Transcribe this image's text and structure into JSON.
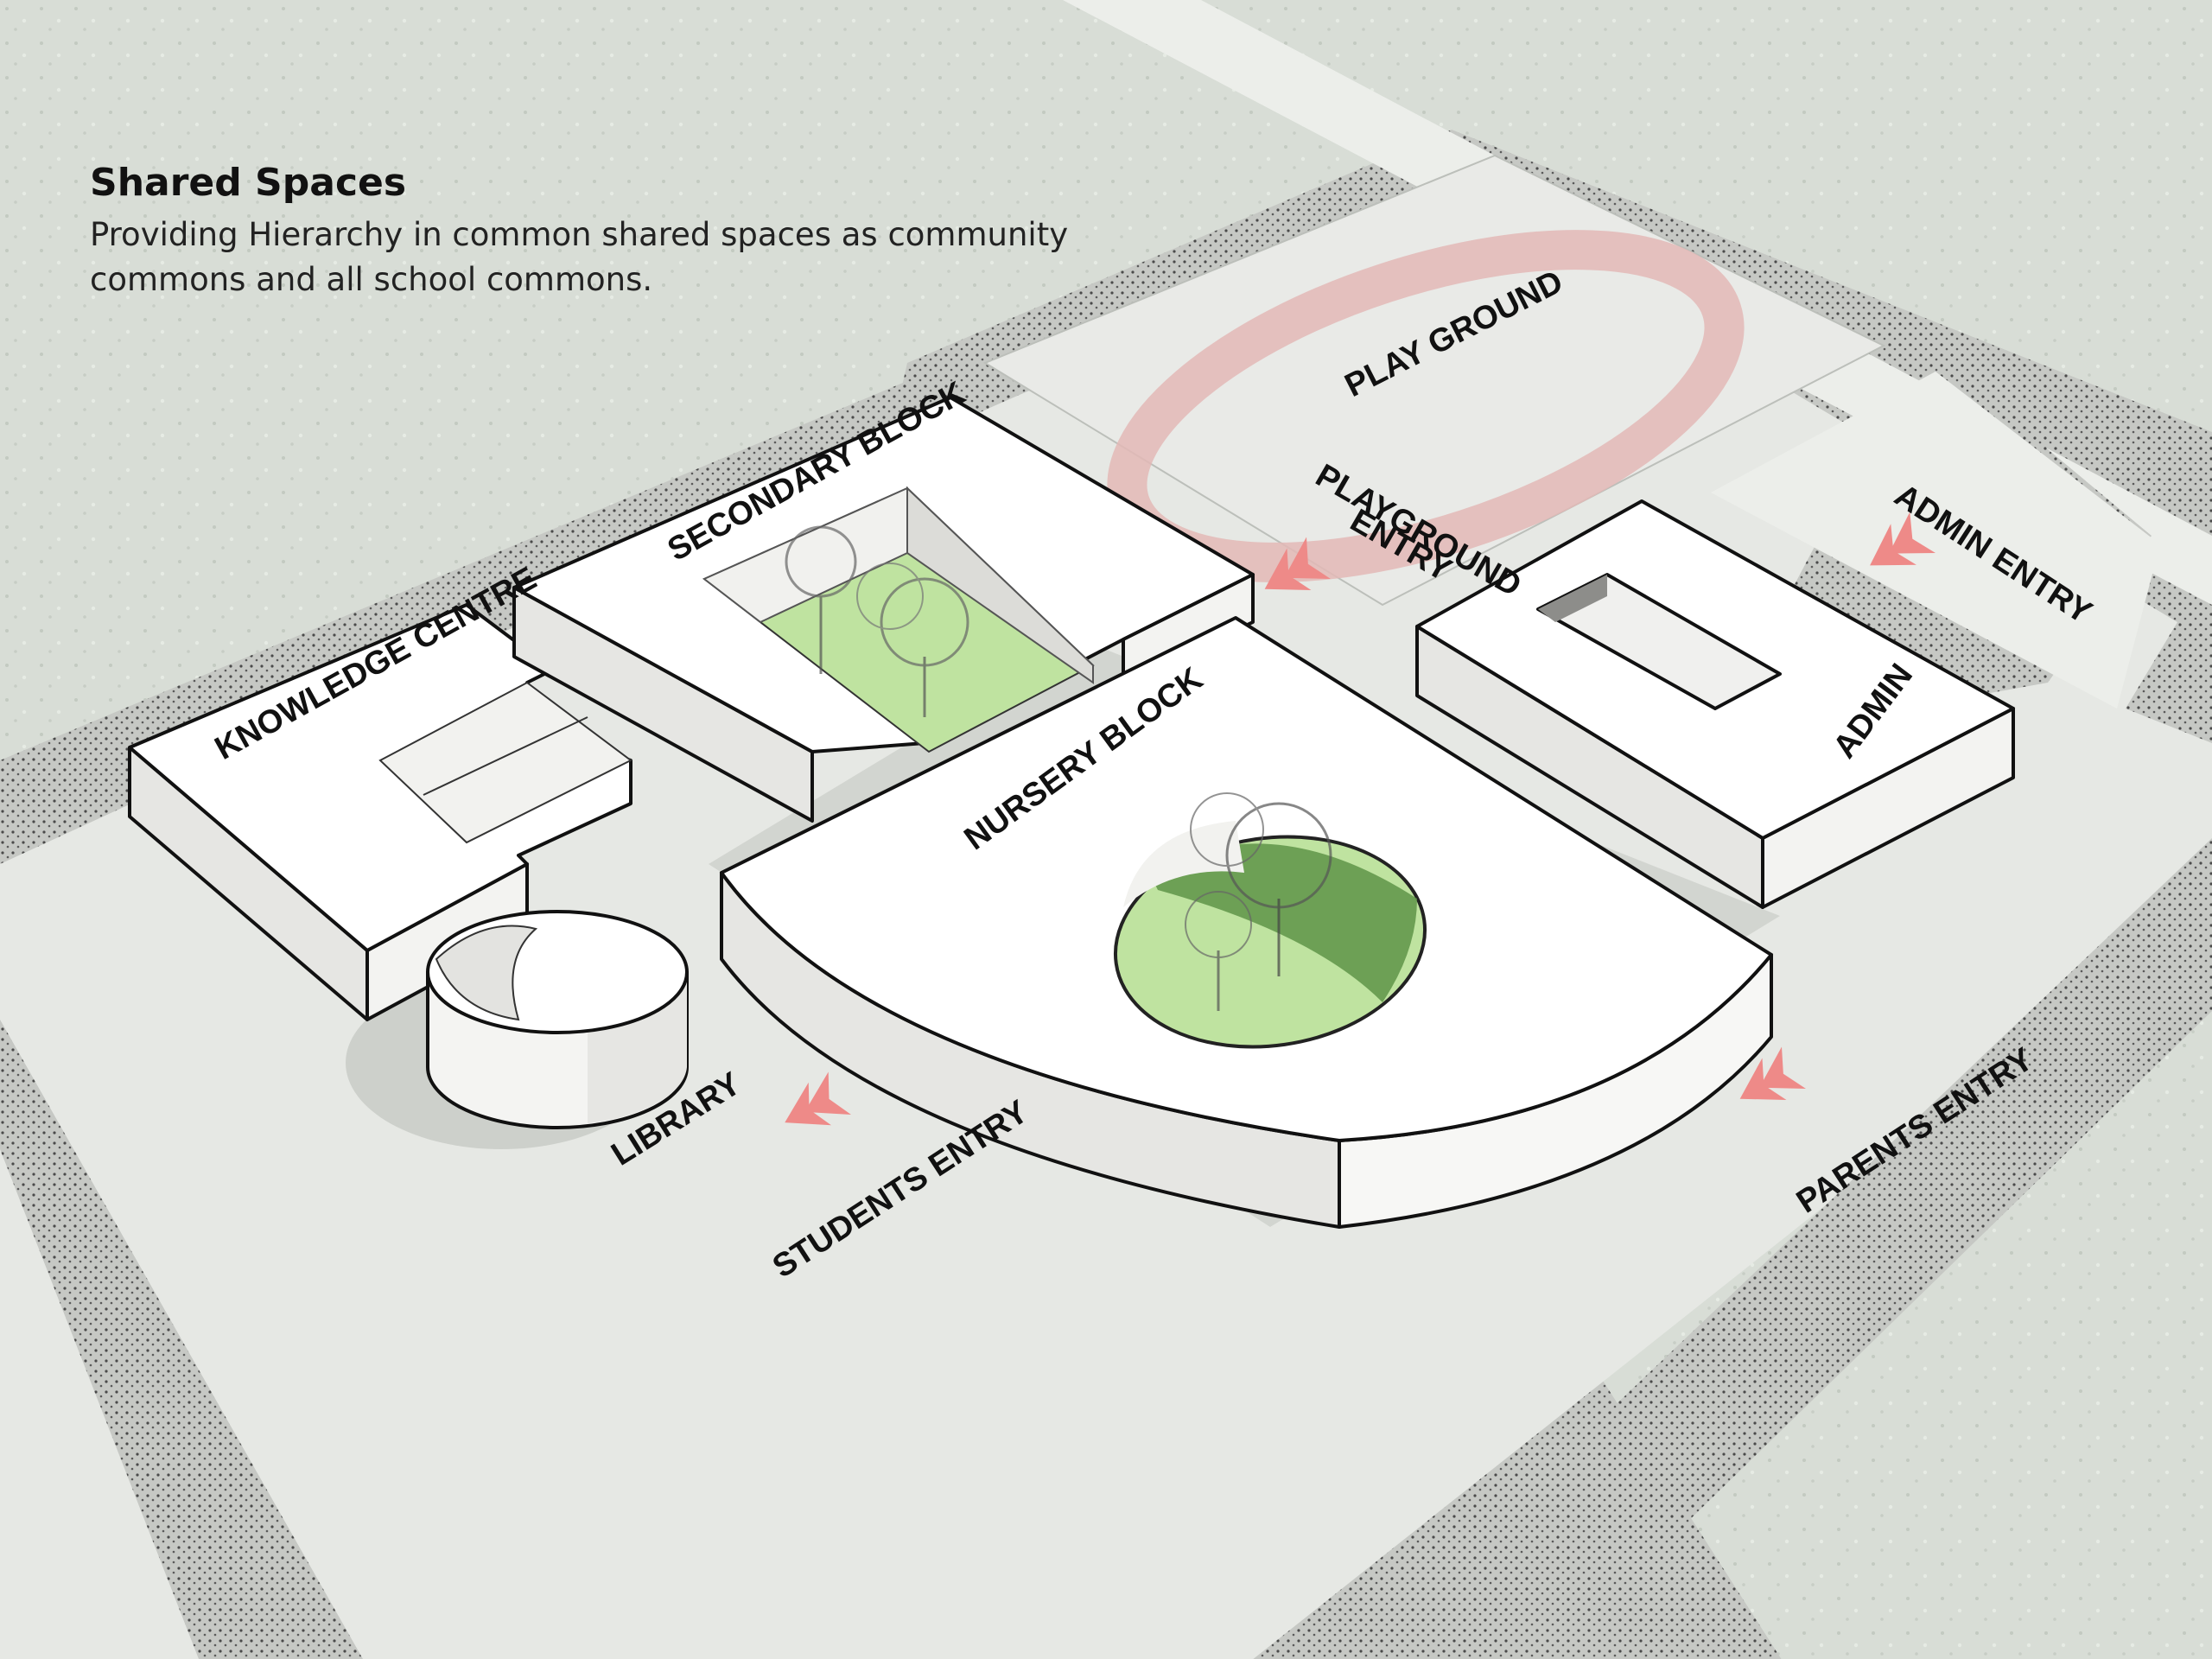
{
  "header": {
    "title": "Shared Spaces",
    "subtitle": "Providing Hierarchy in common shared spaces as community commons and all school commons."
  },
  "labels": {
    "play_ground": "PLAY GROUND",
    "playground_entry_line1": "PLAYGROUND",
    "playground_entry_line2": "ENTRY",
    "admin_entry": "ADMIN ENTRY",
    "secondary_block": "SECONDARY BLOCK",
    "knowledge_centre": "KNOWLEDGE CENTRE",
    "nursery_block": "NURSERY BLOCK",
    "admin": "ADMIN",
    "library": "LIBRARY",
    "students_entry": "STUDENTS ENTRY",
    "parents_entry": "PARENTS ENTRY"
  },
  "colors": {
    "background": "#d8ddd6",
    "site_ground": "#e6e8e4",
    "road": "#c4c6c2",
    "building_top": "#ffffff",
    "building_side": "#ececea",
    "shadow": "#c9ccc7",
    "courtyard_green": "#bfe3a0",
    "courtyard_dark_green": "#5e9448",
    "running_track": "#e3b8b6",
    "entry_arrow": "#ee8a88"
  },
  "icons": [
    "entry-chevron-icon",
    "tree-icon"
  ]
}
